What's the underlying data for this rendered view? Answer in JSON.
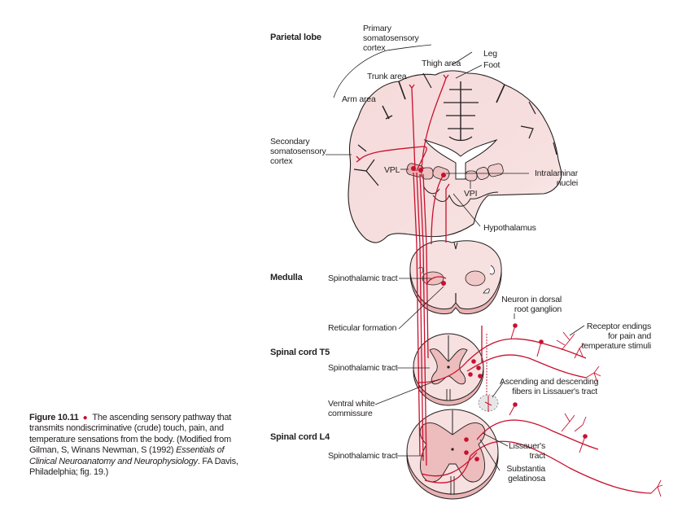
{
  "figure": {
    "number": "Figure 10.11",
    "bullet": "●",
    "caption_text": "The ascending sensory pathway that transmits nondiscriminative (crude) touch, pain, and temperature sensations from the body. (Modified from Gilman, S, Winans Newman, S (1992) ",
    "caption_book": "Essentials of Clinical Neuroanatomy and Neurophysiology",
    "caption_tail": ". FA Davis, Philadelphia; fig. 19.)"
  },
  "levels": {
    "parietal": "Parietal lobe",
    "medulla": "Medulla",
    "t5": "Spinal cord T5",
    "l4": "Spinal cord L4"
  },
  "labels": {
    "primary_cortex": [
      "Primary",
      "somatosensory",
      "cortex"
    ],
    "thigh": "Thigh area",
    "leg": "Leg",
    "foot": "Foot",
    "trunk": "Trunk area",
    "arm": "Arm area",
    "secondary_cortex": [
      "Secondary",
      "somatosensory",
      "cortex"
    ],
    "vpl": "VPL",
    "intralaminar": [
      "Intralaminar",
      "nuclei"
    ],
    "vpi": "VPI",
    "hypothalamus": "Hypothalamus",
    "spinothalamic_medulla": "Spinothalamic tract",
    "reticular": "Reticular formation",
    "drg_neuron": [
      "Neuron in dorsal",
      "root ganglion"
    ],
    "receptor": [
      "Receptor endings",
      "for pain and",
      "temperature stimuli"
    ],
    "spinothalamic_t5": "Spinothalamic tract",
    "lissauer_fibers": [
      "Ascending and descending",
      "fibers in Lissauer's tract"
    ],
    "ventral_white": [
      "Ventral white",
      "commissure"
    ],
    "spinothalamic_l4": "Spinothalamic tract",
    "lissauer": [
      "Lissauer's",
      "tract"
    ],
    "substantia": [
      "Substantia",
      "gelatinosa"
    ]
  },
  "colors": {
    "pathway": "#c8102e",
    "tissue": "#f6dcdc",
    "tissue_dark": "#ebbcbc",
    "outline": "#231f20"
  }
}
